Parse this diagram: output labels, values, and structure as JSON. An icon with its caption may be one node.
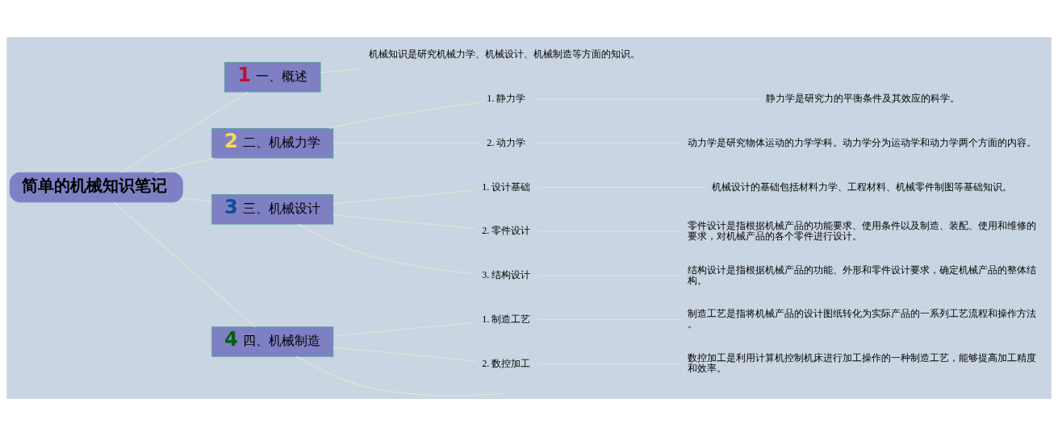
{
  "diagram": {
    "nodes": [
      {
        "text": [
          "简单的机械知识笔记"
        ]
      },
      {
        "text": [
          "1",
          "一、概述"
        ]
      },
      {
        "text": [
          "机械知识是研究机械力学、机械设计、机械制造等方面的知识。"
        ]
      },
      {
        "text": [
          "2",
          "二、机械力学"
        ]
      },
      {
        "text": [
          "1. 静力学"
        ]
      },
      {
        "text": [
          "静力学是研究力的平衡条件及其效应的科学。"
        ]
      },
      {
        "text": [
          "2. 动力学"
        ]
      },
      {
        "text": [
          "动力学是研究物体运动的力学学科。动力学分为运动学和动力学两个方面的内容。"
        ]
      },
      {
        "text": [
          "3",
          "三、机械设计"
        ]
      },
      {
        "text": [
          "1. 设计基础"
        ]
      },
      {
        "text": [
          "机械设计的基础包括材料力学、工程材料、机械零件制图等基础知识。"
        ]
      },
      {
        "text": [
          "2. 零件设计"
        ]
      },
      {
        "text": [
          "零件设计是指根据机械产品的功能要求、使用条件以及制造、装配、使用和维修的要求，对机械产品的各个零件进行设计。"
        ]
      },
      {
        "text": [
          "3. 结构设计"
        ]
      },
      {
        "text": [
          "结构设计是指根据机械产品的功能、外形和零件设计要求，确定机械产品的整体结构。"
        ]
      },
      {
        "text": [
          "4",
          "四、机械制造"
        ]
      },
      {
        "text": [
          "1. 制造工艺"
        ]
      },
      {
        "text": [
          "制造工艺是指将机械产品的设计图纸转化为实际产品的一系列工艺流程和操作方法。"
        ]
      },
      {
        "text": [
          "2. 数控加工"
        ]
      },
      {
        "text": [
          "数控加工是利用计算机控制机床进行加工操作的一种制造工艺，能够提高加工精度和效率。"
        ]
      }
    ],
    "edges": [
      {
        "from": 0,
        "to": 1,
        "arrow": "none"
      },
      {
        "from": 0,
        "to": 3,
        "arrow": "none"
      },
      {
        "from": 0,
        "to": 8,
        "arrow": "none"
      },
      {
        "from": 0,
        "to": 15,
        "arrow": "none"
      },
      {
        "from": 1,
        "to": 2,
        "arrow": "none"
      },
      {
        "from": 3,
        "to": 4,
        "arrow": "none"
      },
      {
        "from": 4,
        "to": 5,
        "arrow": "none"
      },
      {
        "from": 3,
        "to": 6,
        "arrow": "none"
      },
      {
        "from": 6,
        "to": 7,
        "arrow": "none"
      },
      {
        "from": 8,
        "to": 9,
        "arrow": "none"
      },
      {
        "from": 9,
        "to": 10,
        "arrow": "none"
      },
      {
        "from": 8,
        "to": 11,
        "arrow": "none"
      },
      {
        "from": 11,
        "to": 12,
        "arrow": "none"
      },
      {
        "from": 8,
        "to": 13,
        "arrow": "none"
      },
      {
        "from": 13,
        "to": 14,
        "arrow": "none"
      },
      {
        "from": 15,
        "to": 16,
        "arrow": "none"
      },
      {
        "from": 16,
        "to": 17,
        "arrow": "none"
      },
      {
        "from": 15,
        "to": 18,
        "arrow": "none"
      },
      {
        "from": 18,
        "to": 19,
        "arrow": "none"
      },
      {
        "from": 15,
        "to": null,
        "arrow": "none"
      }
    ]
  }
}
